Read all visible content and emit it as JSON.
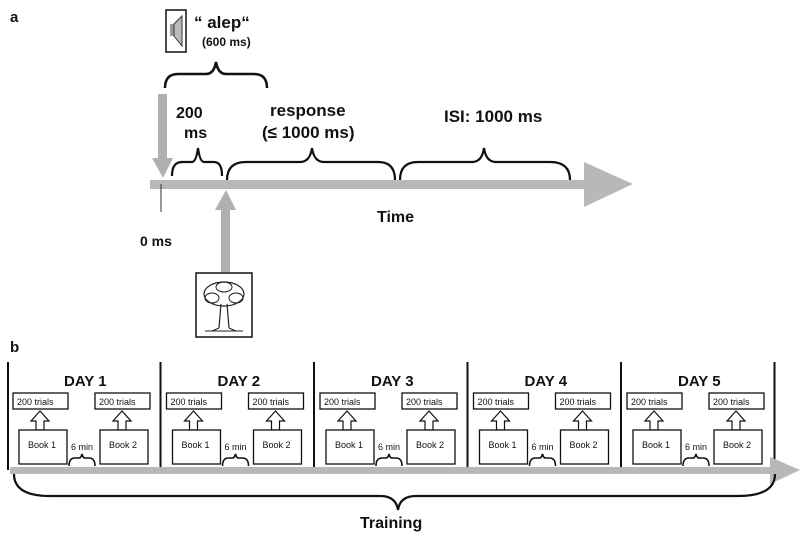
{
  "panel_a": {
    "label": "a",
    "sound_icon": "speaker-icon",
    "word": "“ alep“",
    "word_duration": "(600 ms)",
    "delay_value": "200",
    "delay_unit": "ms",
    "response_label": "response",
    "response_limit": "(≤ 1000 ms)",
    "isi_label": "ISI: 1000 ms",
    "onset_label": "0 ms",
    "time_label": "Time",
    "picture_icon": "tree-picture-icon"
  },
  "panel_b": {
    "label": "b",
    "days": [
      {
        "title": "DAY 1",
        "trials_1": "200 trials",
        "trials_2": "200 trials",
        "book_1": "Book 1",
        "book_2": "Book 2",
        "break": "6 min"
      },
      {
        "title": "DAY 2",
        "trials_1": "200 trials",
        "trials_2": "200 trials",
        "book_1": "Book 1",
        "book_2": "Book 2",
        "break": "6 min"
      },
      {
        "title": "DAY 3",
        "trials_1": "200 trials",
        "trials_2": "200 trials",
        "book_1": "Book 1",
        "book_2": "Book 2",
        "break": "6 min"
      },
      {
        "title": "DAY 4",
        "trials_1": "200 trials",
        "trials_2": "200 trials",
        "book_1": "Book 1",
        "book_2": "Book 2",
        "break": "6 min"
      },
      {
        "title": "DAY 5",
        "trials_1": "200 trials",
        "trials_2": "200 trials",
        "book_1": "Book 1",
        "book_2": "Book 2",
        "break": "6 min"
      }
    ],
    "training_label": "Training"
  },
  "colors": {
    "arrow_gray": "#b8b8b8",
    "line": "#111111"
  }
}
